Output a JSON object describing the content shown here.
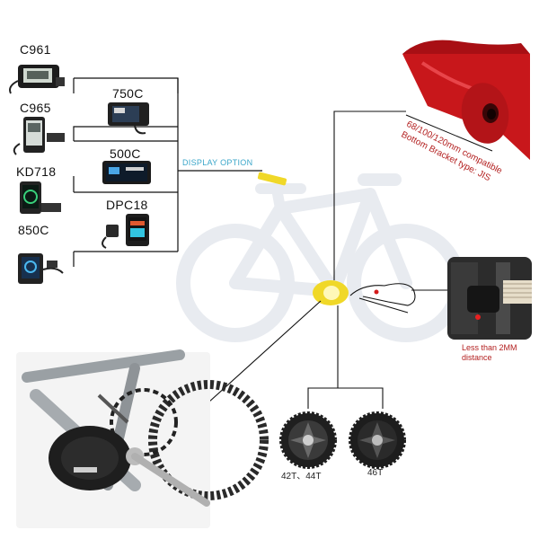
{
  "displays": [
    {
      "name": "C961"
    },
    {
      "name": "750C"
    },
    {
      "name": "C965"
    },
    {
      "name": "500C"
    },
    {
      "name": "KD718"
    },
    {
      "name": "DPC18"
    },
    {
      "name": "850C"
    }
  ],
  "display_option_label": "DISPLAY OPTION",
  "bottom_bracket": {
    "line1": "68/100/120mm compatible",
    "line2": "Bottom Bracket type: JIS"
  },
  "sensor_note": {
    "line1": "Less than 2MM",
    "line2": "distance"
  },
  "chainrings": [
    {
      "label": "42T、44T"
    },
    {
      "label": "46T"
    }
  ],
  "colors": {
    "frame_red": "#c8171b",
    "bike_watermark": "#e8ebf0",
    "connector_yellow": "#f0d828",
    "label_red": "#b32020",
    "option_blue": "#3aa6c9"
  }
}
